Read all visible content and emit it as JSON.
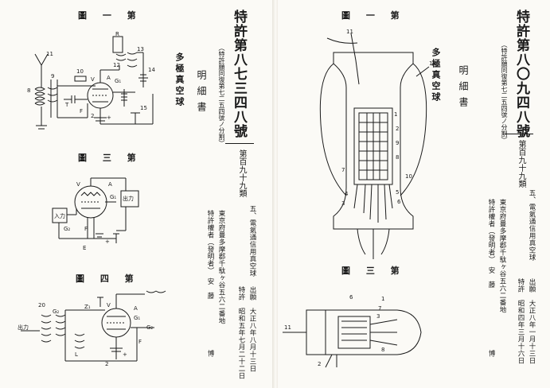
{
  "left": {
    "figures": {
      "fig1_caption": "圖 一 第",
      "fig3_caption": "圖 三 第",
      "fig4_caption": "圖 四 第"
    },
    "fig1_labels": [
      "11",
      "8",
      "10",
      "V",
      "A",
      "G₁",
      "R",
      "12",
      "13",
      "14",
      "T",
      "F",
      "9",
      "2",
      "+",
      "15"
    ],
    "fig3_labels": [
      "V",
      "A",
      "G₁",
      "入力",
      "出力",
      "G₂",
      "F",
      "E",
      "+"
    ],
    "fig4_labels": [
      "20",
      "G₂",
      "L",
      "Z₁",
      "V",
      "A",
      "G₁",
      "G₂",
      "F",
      "2",
      "+",
      "出力"
    ],
    "doc_title": "多極真空球",
    "meisai": "明細書",
    "patent_title": "特許第八七三四八號",
    "division_note": "（特許願同復第七二五四號ノ分割）",
    "class_label": "第百九十九類",
    "category": "五、電氣通信用真空球",
    "filing": "出願　大正八年八月十三日",
    "grant": "特許　昭和五年七月二十二日",
    "address": "東京府豊多摩郡千駄ヶ谷五六二番地",
    "holder": "特許權者（發明者）　安　藤",
    "holder_given": "博"
  },
  "right": {
    "figures": {
      "fig1_caption": "圖 一 第",
      "fig3_caption": "圖 三 第"
    },
    "fig1_labels": [
      "11",
      "12",
      "1",
      "2",
      "9",
      "8",
      "7",
      "4",
      "3",
      "5",
      "6",
      "10"
    ],
    "fig3_labels": [
      "11",
      "6",
      "1",
      "7",
      "3",
      "2",
      "8"
    ],
    "doc_title": "多極真空球",
    "meisai": "明細書",
    "patent_title": "特許第八〇九四八號",
    "division_note": "（特許願同復第七二五四號ノ分割）",
    "class_label": "第百九十九類",
    "category": "五、電氣通信用真空球",
    "filing": "出願　大正八年一月十三日",
    "grant": "特許　昭和四年三月十六日",
    "address": "東京府豊多摩郡千駄ヶ谷五六二番地",
    "holder": "特許權者（發明者）　安　藤",
    "holder_given": "博"
  }
}
